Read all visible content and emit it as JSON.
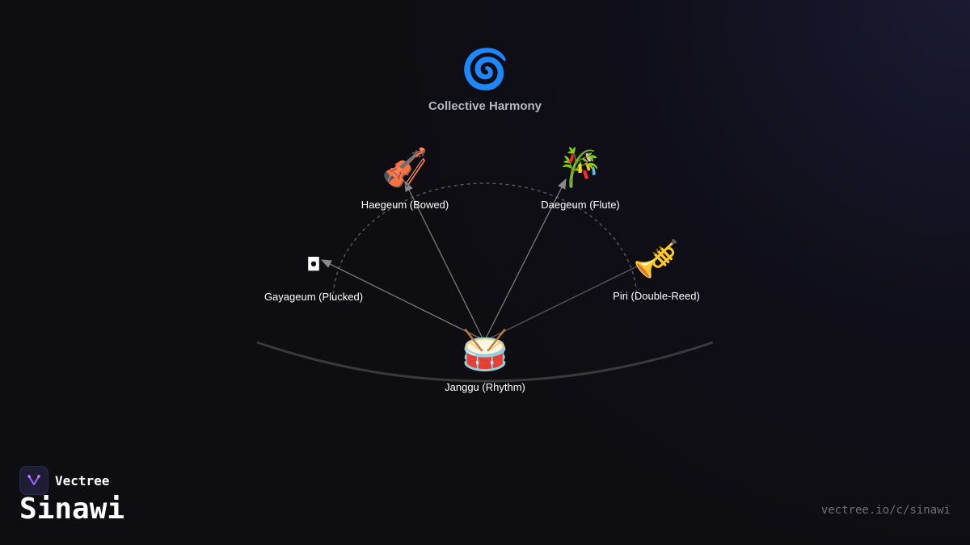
{
  "diagram": {
    "center": {
      "emoji": "🌀",
      "label": "Collective Harmony"
    },
    "hub": {
      "emoji": "🥁",
      "label": "Janggu (Rhythm)"
    },
    "instruments": [
      {
        "emoji": "◘",
        "label": "Gayageum (Plucked)"
      },
      {
        "emoji": "🎻",
        "label": "Haegeum (Bowed)"
      },
      {
        "emoji": "🎋",
        "label": "Daegeum (Flute)"
      },
      {
        "emoji": "🎺",
        "label": "Piri (Double-Reed)"
      }
    ]
  },
  "footer": {
    "brand": "Vectree",
    "title": "Sinawi",
    "url": "vectree.io/c/sinawi"
  },
  "colors": {
    "background": "#0e0d12",
    "arrow": "#808080",
    "accent": "#8a4fd6"
  }
}
